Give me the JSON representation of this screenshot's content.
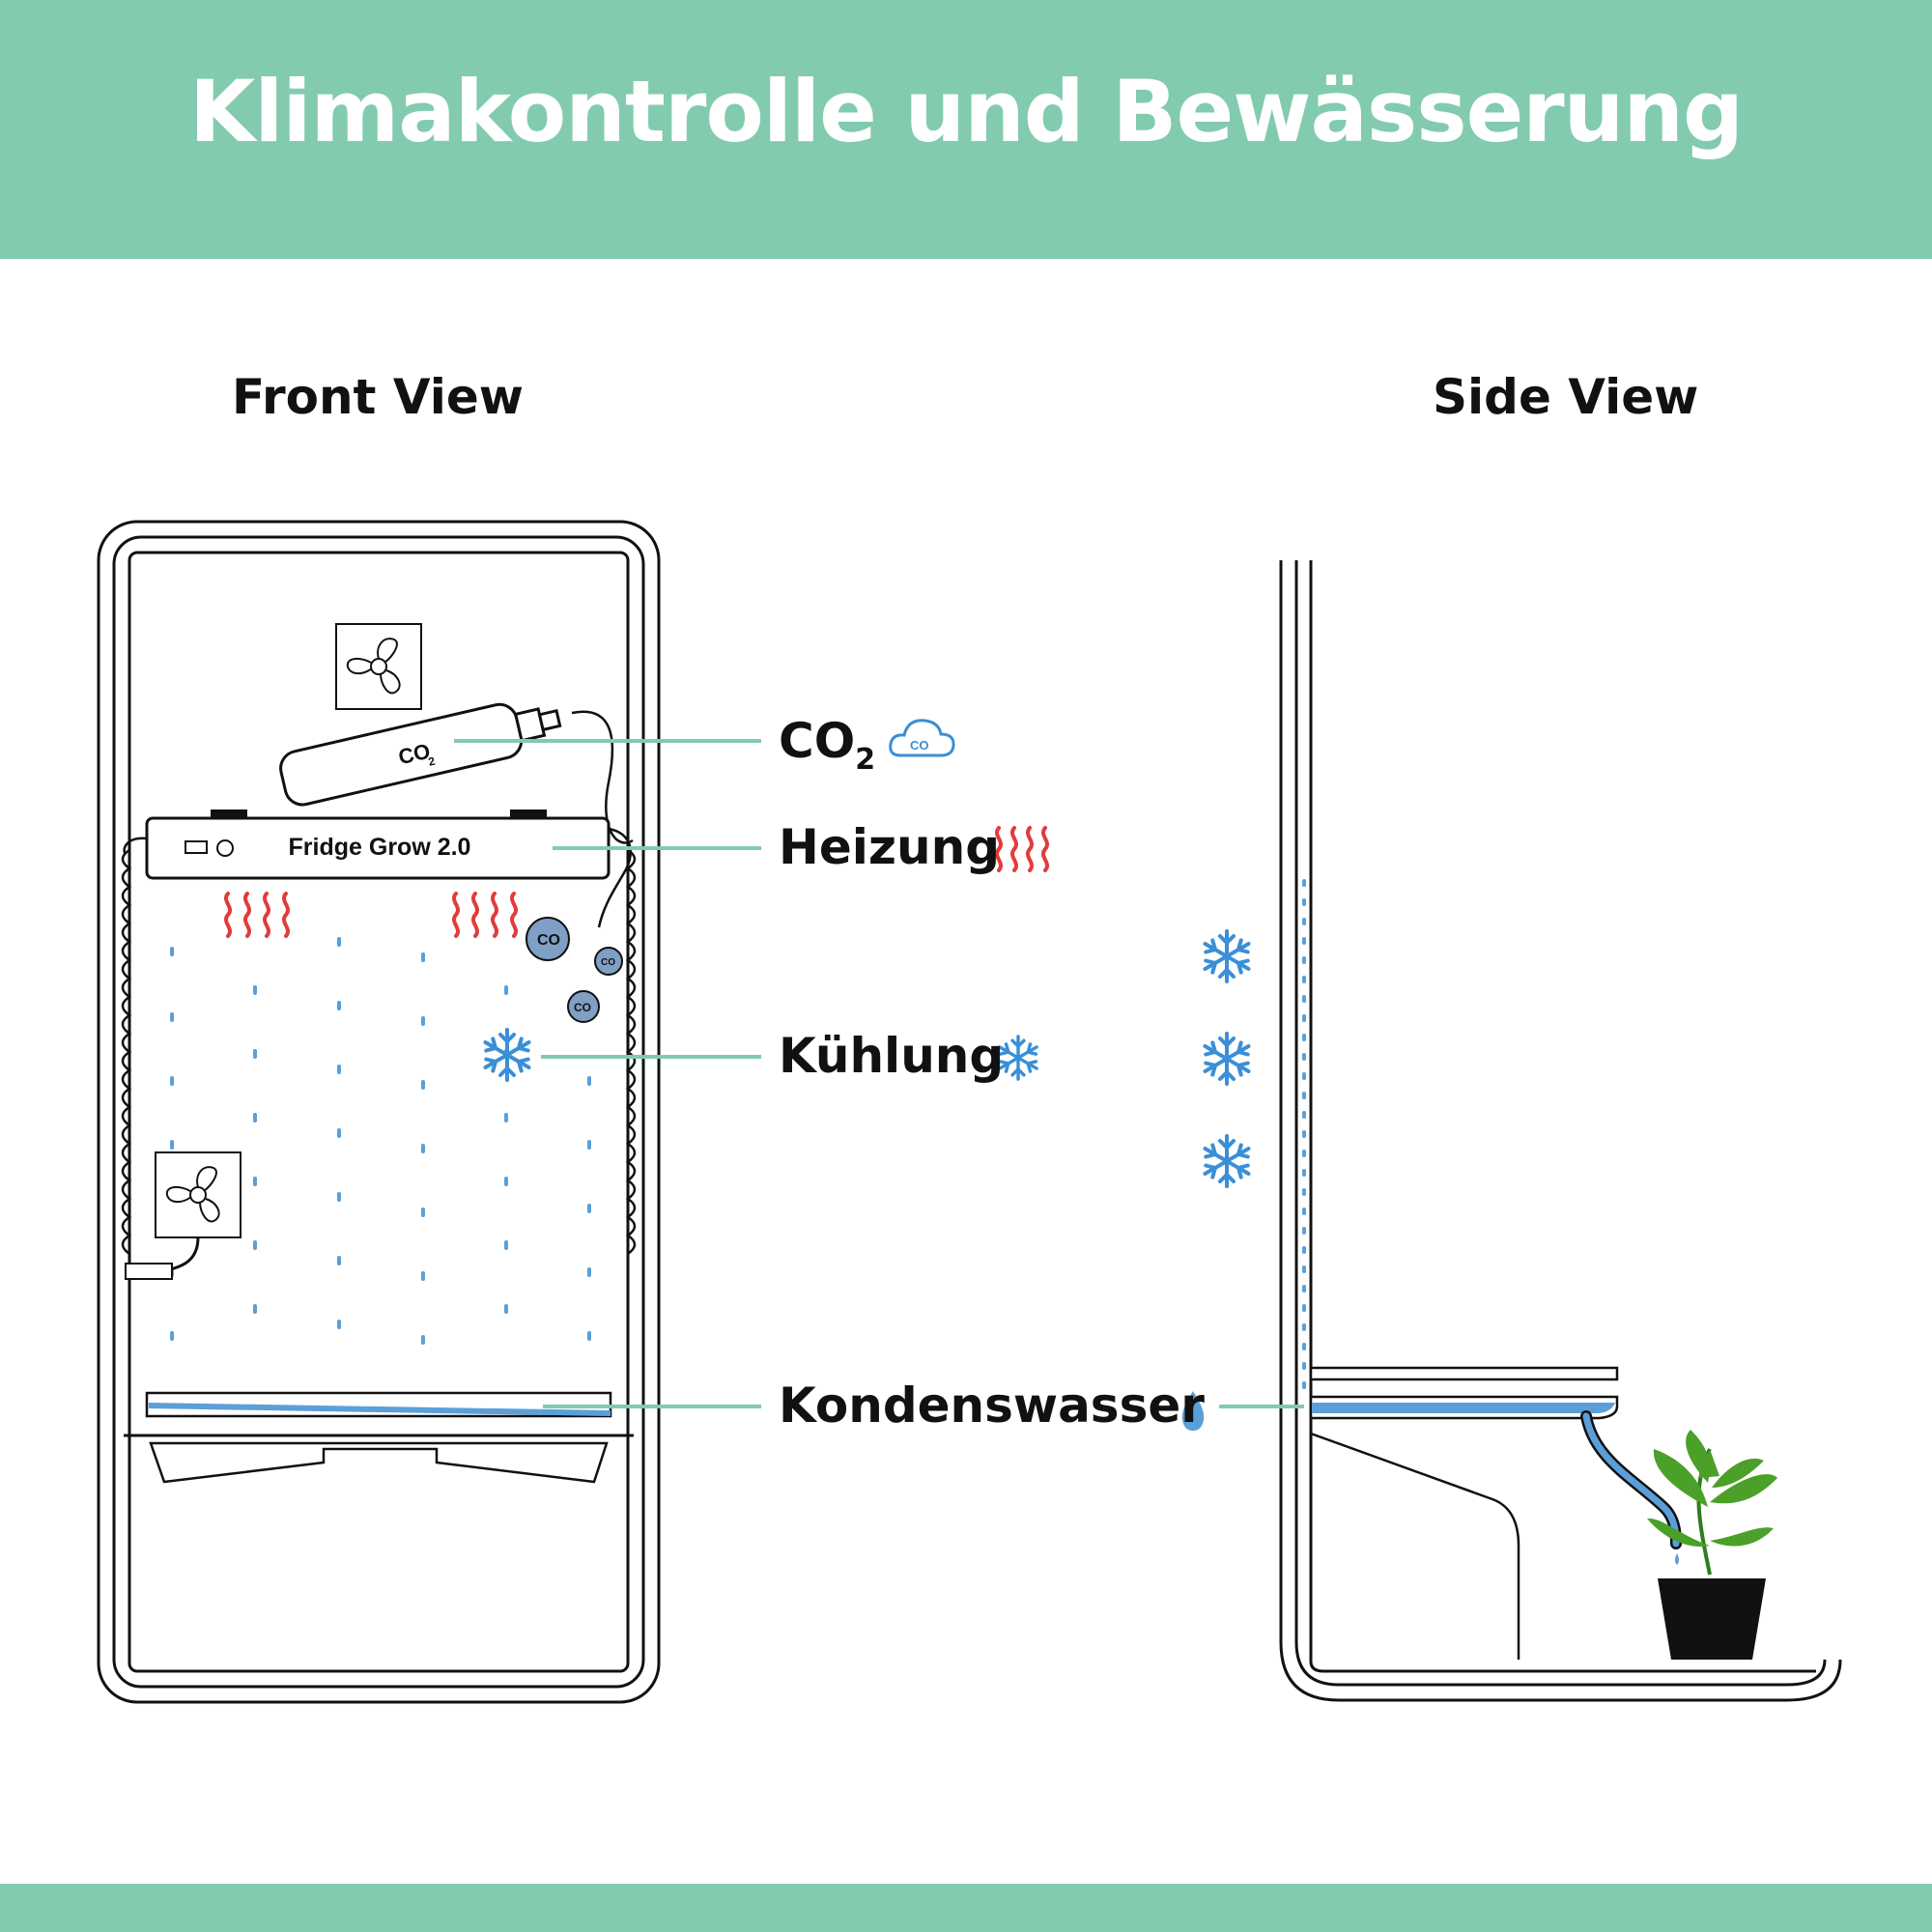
{
  "header": {
    "title": "Klimakontrolle und Bewässerung",
    "background": "#82cbae"
  },
  "views": {
    "front": "Front View",
    "side": "Side View"
  },
  "device": {
    "name": "Fridge Grow 2.0"
  },
  "co2_label": "CO",
  "co2_subscript": "2",
  "callouts": [
    {
      "text": "CO",
      "subscript": "2",
      "icon": "co2-cloud-icon"
    },
    {
      "text": "Heizung",
      "icon": "heat-waves-icon"
    },
    {
      "text": "Kühlung",
      "icon": "snowflake-icon"
    },
    {
      "text": "Kondenswasser",
      "icon": "water-drop-icon"
    }
  ],
  "colors": {
    "accent": "#82cbae",
    "water": "#5b9fd8",
    "heat": "#e23b3b",
    "cold": "#3a8fd6",
    "co2_bubble": "#7f9fc4",
    "plant": "#4aa028",
    "outline": "#111111"
  }
}
